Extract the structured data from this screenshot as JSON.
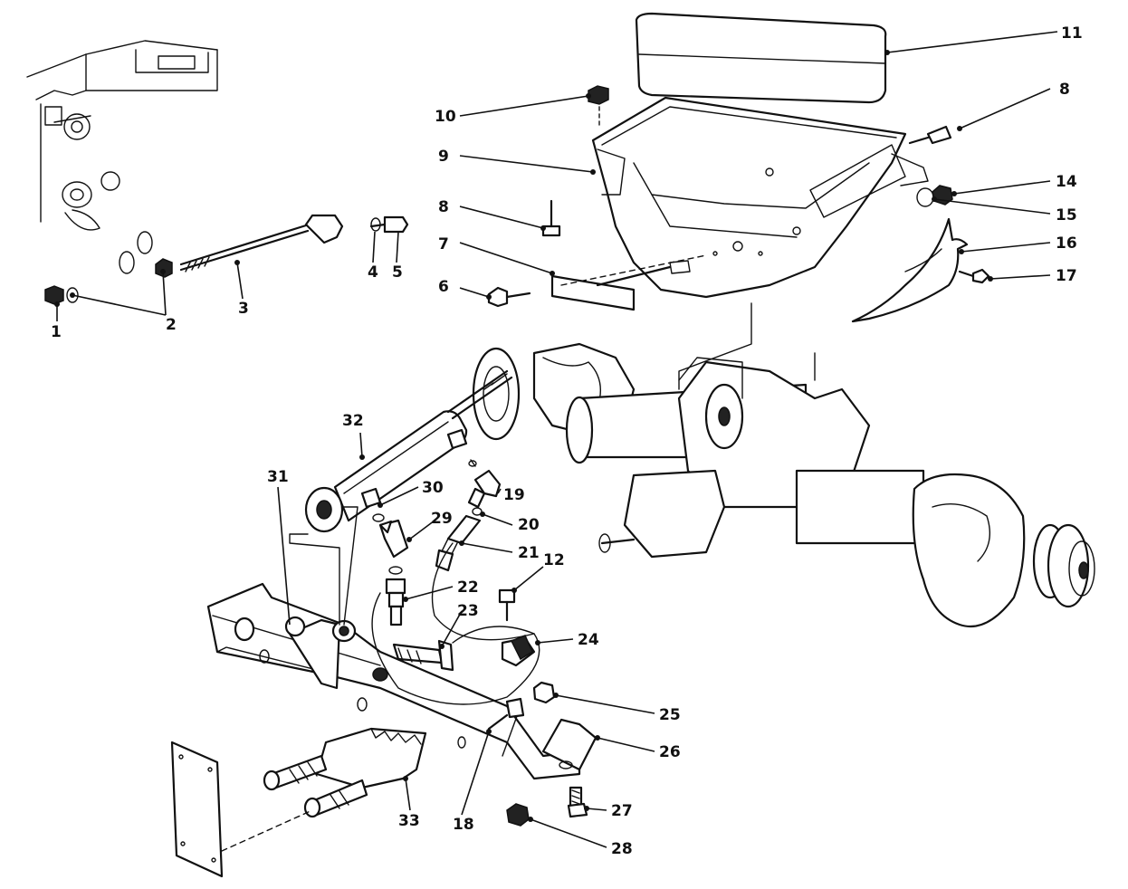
{
  "callouts": [
    {
      "id": "1",
      "label": "1"
    },
    {
      "id": "2",
      "label": "2"
    },
    {
      "id": "3",
      "label": "3"
    },
    {
      "id": "4",
      "label": "4"
    },
    {
      "id": "5",
      "label": "5"
    },
    {
      "id": "6",
      "label": "6"
    },
    {
      "id": "7",
      "label": "7"
    },
    {
      "id": "8a",
      "label": "8"
    },
    {
      "id": "8b",
      "label": "8"
    },
    {
      "id": "9",
      "label": "9"
    },
    {
      "id": "10",
      "label": "10"
    },
    {
      "id": "11",
      "label": "11"
    },
    {
      "id": "12",
      "label": "12"
    },
    {
      "id": "14",
      "label": "14"
    },
    {
      "id": "15",
      "label": "15"
    },
    {
      "id": "16",
      "label": "16"
    },
    {
      "id": "17",
      "label": "17"
    },
    {
      "id": "18",
      "label": "18"
    },
    {
      "id": "19",
      "label": "19"
    },
    {
      "id": "20",
      "label": "20"
    },
    {
      "id": "21",
      "label": "21"
    },
    {
      "id": "22",
      "label": "22"
    },
    {
      "id": "23",
      "label": "23"
    },
    {
      "id": "24",
      "label": "24"
    },
    {
      "id": "25",
      "label": "25"
    },
    {
      "id": "26",
      "label": "26"
    },
    {
      "id": "27",
      "label": "27"
    },
    {
      "id": "28",
      "label": "28"
    },
    {
      "id": "29",
      "label": "29"
    },
    {
      "id": "30",
      "label": "30"
    },
    {
      "id": "31",
      "label": "31"
    },
    {
      "id": "32",
      "label": "32"
    },
    {
      "id": "33",
      "label": "33"
    }
  ]
}
